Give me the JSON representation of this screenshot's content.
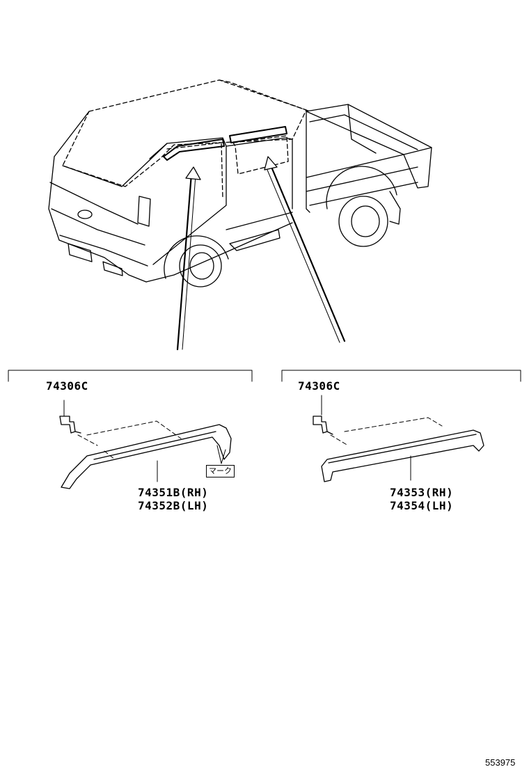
{
  "diagram": {
    "left_group": {
      "clip_part": "74306C",
      "part_rh": "74351B(RH)",
      "part_lh": "74352B(LH)",
      "mark_label": "マーク"
    },
    "right_group": {
      "clip_part": "74306C",
      "part_rh": "74353(RH)",
      "part_lh": "74354(LH)"
    },
    "figure_number": "553975"
  }
}
